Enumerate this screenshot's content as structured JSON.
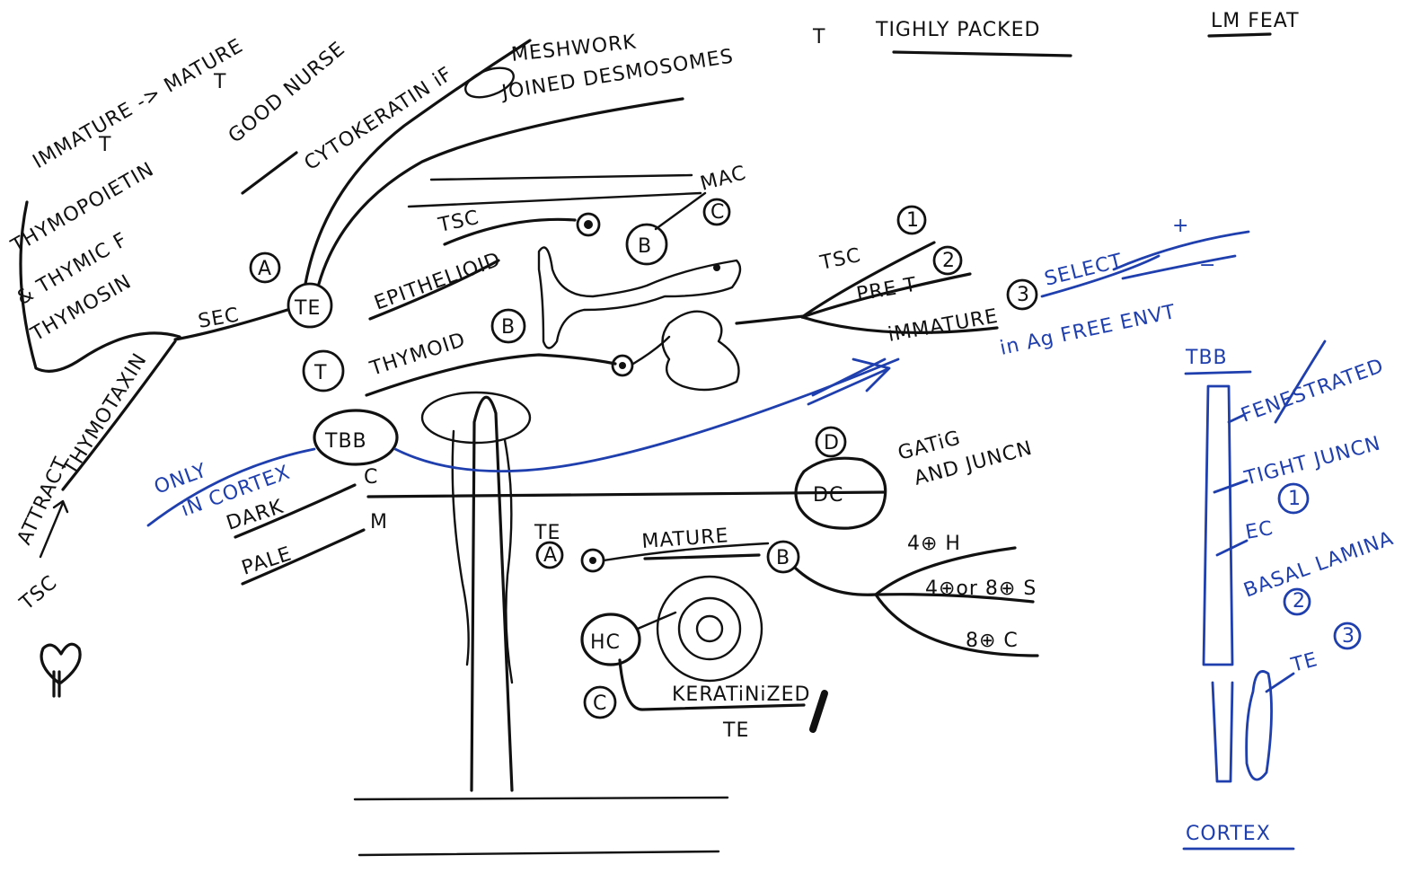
{
  "colors": {
    "ink": "#111111",
    "blue_ink": "#1f3fae",
    "paper": "#ffffff"
  },
  "header": {
    "lm_feat": "LM FEAT",
    "tightly_packed": "TIGHLY PACKED",
    "joined_desmosomes": "JOINED DESMOSOMES",
    "mesh_work": "MESHWORK",
    "cytokeratin_if": "CYTOKERATIN iF",
    "good_nurse": "GOOD NURSE",
    "amp": "&",
    "immature_to_mature": "IMMATURE -> MATURE",
    "t_left": "T",
    "t_right": "T",
    "tight_t": "T"
  },
  "left": {
    "thymopoietin": "THYMOPOIETIN",
    "thymic_f": "& THYMIC F",
    "thymosin": "THYMOSIN",
    "sec": "SEC",
    "te": "TE",
    "a": "A",
    "attract": "ATTRACT",
    "thymotaxin": "THYMOTAXIN",
    "tsc": "TSC"
  },
  "middle": {
    "t": "T",
    "tsc_top": "TSC",
    "epithelioid": "EPITHELIOID",
    "thymoid": "THYMOID",
    "b_mid": "B",
    "b_cell": "B",
    "mac": "MAC",
    "c_mac": "C",
    "tbb": "TBB",
    "only_in_cortex": "ONLY",
    "in_cortex": "iN CORTEX",
    "dark": "DARK",
    "pale": "PALE",
    "c_label": "C",
    "m_label": "M",
    "d": "D",
    "dc": "DC",
    "gating": "GATiG",
    "and_junc": "AND JUNCN"
  },
  "right_top": {
    "tsc1": "TSC",
    "n1": "1",
    "pret": "PRE T",
    "n2": "2",
    "immature": "iMMATURE",
    "n3": "3",
    "select": "SELECT",
    "plus": "+",
    "minus": "−",
    "ag_free": "in Ag FREE ENVT"
  },
  "medulla": {
    "te": "TE",
    "a": "A",
    "mature": "MATURE",
    "b": "B",
    "cd4": "4⊕ H",
    "cd4_or_8": "4⊕or 8⊕ S",
    "cd8": "8⊕ C",
    "hc": "HC",
    "c": "C",
    "keratinized": "KERATiNiZED",
    "te2": "TE"
  },
  "tbb_panel": {
    "title": "TBB",
    "fenestrated": "FENESTRATED",
    "tight_junc": "TIGHT JUNCN",
    "ec": "EC",
    "ec_num": "1",
    "basal_lamina": "BASAL LAMINA",
    "bl_num": "2",
    "te": "TE",
    "te_num": "3",
    "cortex": "CORTEX"
  }
}
